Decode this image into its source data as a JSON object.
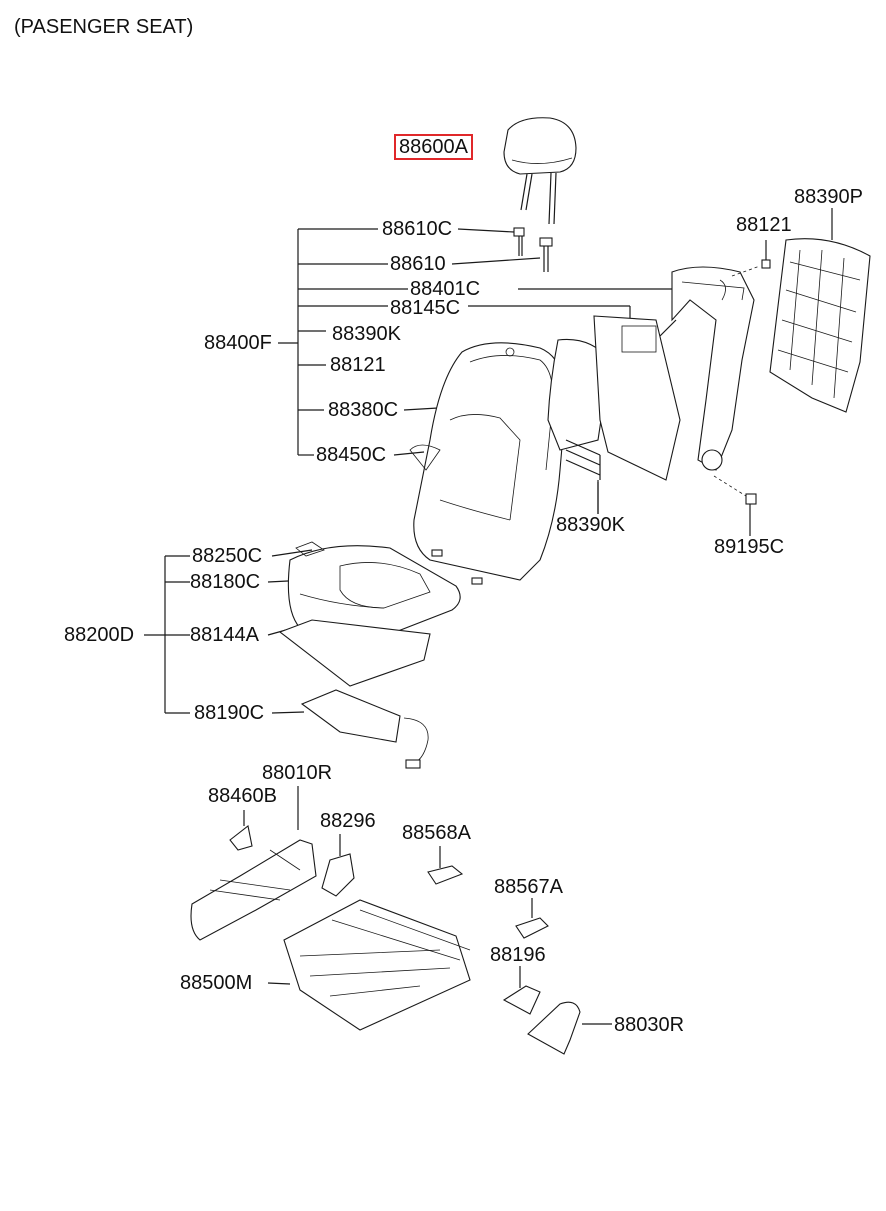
{
  "title": "(PASENGER SEAT)",
  "highlight_color": "#e0282a",
  "parts": {
    "p88600A": "88600A",
    "p88610C": "88610C",
    "p88610": "88610",
    "p88401C": "88401C",
    "p88145C": "88145C",
    "p88390K_a": "88390K",
    "p88400F": "88400F",
    "p88121_a": "88121",
    "p88380C": "88380C",
    "p88450C": "88450C",
    "p88121_b": "88121",
    "p88390P": "88390P",
    "p88390K_b": "88390K",
    "p89195C": "89195C",
    "p88250C": "88250C",
    "p88180C": "88180C",
    "p88200D": "88200D",
    "p88144A": "88144A",
    "p88190C": "88190C",
    "p88010R": "88010R",
    "p88460B": "88460B",
    "p88296": "88296",
    "p88568A": "88568A",
    "p88567A": "88567A",
    "p88196": "88196",
    "p88500M": "88500M",
    "p88030R": "88030R"
  }
}
